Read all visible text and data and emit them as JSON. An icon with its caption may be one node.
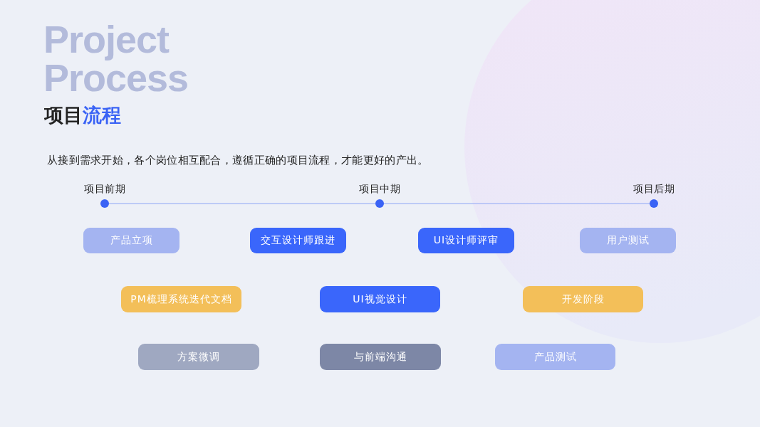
{
  "diagram": {
    "title": "项目流程",
    "nodes": [
      {
        "text": [],
        "shape": "circle",
        "beside": [
          "项目前期"
        ]
      },
      {
        "text": [],
        "shape": "circle",
        "beside": [
          "项目中期"
        ]
      },
      {
        "text": [],
        "shape": "circle",
        "beside": [
          "项目后期"
        ]
      },
      {
        "text": [
          "产品立项"
        ]
      },
      {
        "text": [
          "交互设计师跟进"
        ]
      },
      {
        "text": [
          "UI设计师评审"
        ]
      },
      {
        "text": [
          "用户测试"
        ]
      },
      {
        "text": [
          "PM梳理系统迭代文档"
        ]
      },
      {
        "text": [
          "UI视觉设计"
        ]
      },
      {
        "text": [
          "开发阶段"
        ]
      },
      {
        "text": [
          "方案微调"
        ]
      },
      {
        "text": [
          "与前端沟通"
        ]
      },
      {
        "text": [
          "产品测试"
        ]
      }
    ],
    "edges": [
      {
        "from": 0,
        "to": 1,
        "arrow": "none"
      },
      {
        "from": 1,
        "to": 2,
        "arrow": "none"
      }
    ],
    "labels": [
      "Project Process",
      "从接到需求开始，各个岗位相互配合，遵循正确的项目流程，才能更好的产出。"
    ]
  }
}
